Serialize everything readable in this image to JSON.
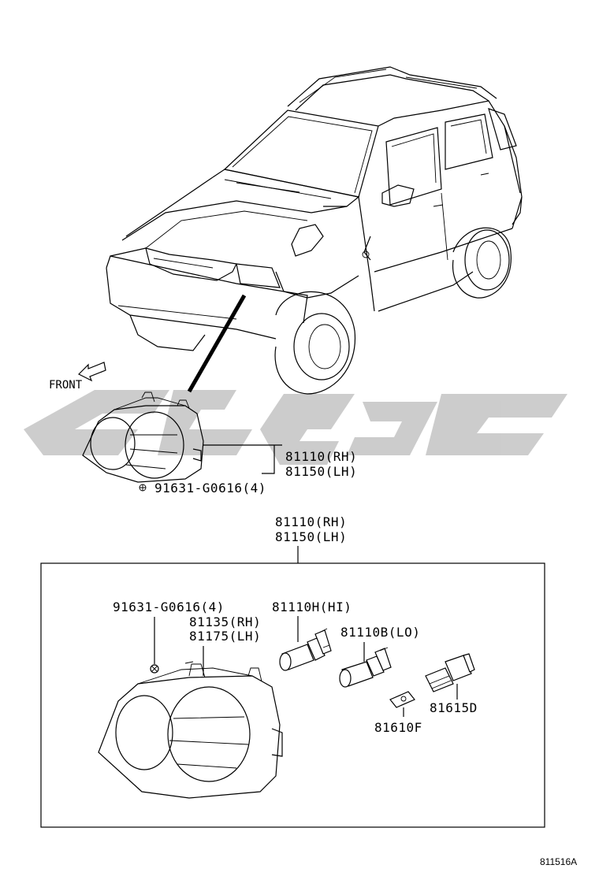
{
  "labels": {
    "front": "FRONT",
    "upper_part_rh": "81110(RH)",
    "upper_part_lh": "81150(LH)",
    "upper_screw": "91631-G0616(4)",
    "box_title_rh": "81110(RH)",
    "box_title_lh": "81150(LH)",
    "screw": "91631-G0616(4)",
    "lens_rh": "81135(RH)",
    "lens_lh": "81175(LH)",
    "bulb_hi": "81110H(HI)",
    "bulb_lo": "81110B(LO)",
    "socket": "81615D",
    "clip": "81610F",
    "diagram_ref": "811516A"
  },
  "watermark": {
    "color": "#c4c4c4"
  }
}
